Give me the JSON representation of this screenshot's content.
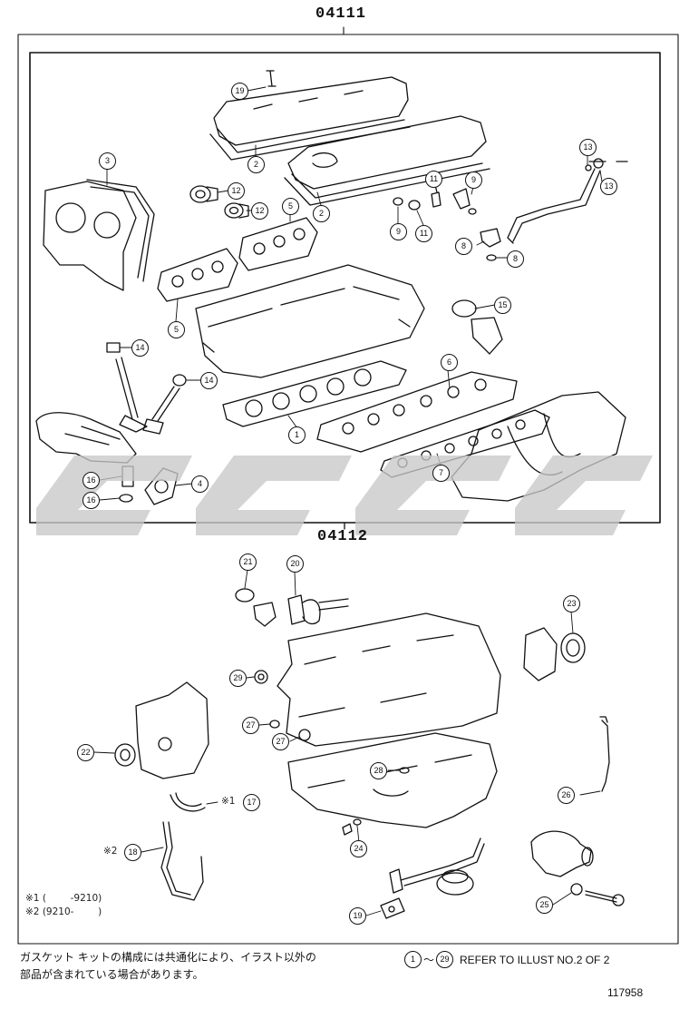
{
  "groups": {
    "upper": "04111",
    "lower": "04112"
  },
  "callouts_upper": [
    {
      "id": "c19",
      "n": "19"
    },
    {
      "id": "c2a",
      "n": "2"
    },
    {
      "id": "c2b",
      "n": "2"
    },
    {
      "id": "c3",
      "n": "3"
    },
    {
      "id": "c12a",
      "n": "12"
    },
    {
      "id": "c12b",
      "n": "12"
    },
    {
      "id": "c5a",
      "n": "5"
    },
    {
      "id": "c5b",
      "n": "5"
    },
    {
      "id": "c9a",
      "n": "9"
    },
    {
      "id": "c9b",
      "n": "9"
    },
    {
      "id": "c11a",
      "n": "11"
    },
    {
      "id": "c11b",
      "n": "11"
    },
    {
      "id": "c13a",
      "n": "13"
    },
    {
      "id": "c13b",
      "n": "13"
    },
    {
      "id": "c8a",
      "n": "8"
    },
    {
      "id": "c8b",
      "n": "8"
    },
    {
      "id": "c15",
      "n": "15"
    },
    {
      "id": "c14a",
      "n": "14"
    },
    {
      "id": "c14b",
      "n": "14"
    },
    {
      "id": "c6",
      "n": "6"
    },
    {
      "id": "c1",
      "n": "1"
    },
    {
      "id": "c16a",
      "n": "16"
    },
    {
      "id": "c16b",
      "n": "16"
    },
    {
      "id": "c4",
      "n": "4"
    },
    {
      "id": "c7",
      "n": "7"
    }
  ],
  "callouts_lower": [
    {
      "id": "c21",
      "n": "21"
    },
    {
      "id": "c20",
      "n": "20"
    },
    {
      "id": "c23",
      "n": "23"
    },
    {
      "id": "c29",
      "n": "29"
    },
    {
      "id": "c27a",
      "n": "27"
    },
    {
      "id": "c27b",
      "n": "27"
    },
    {
      "id": "c22",
      "n": "22"
    },
    {
      "id": "c28",
      "n": "28"
    },
    {
      "id": "c26",
      "n": "26"
    },
    {
      "id": "c17",
      "n": "17"
    },
    {
      "id": "c18",
      "n": "18"
    },
    {
      "id": "c24",
      "n": "24"
    },
    {
      "id": "c19b",
      "n": "19"
    },
    {
      "id": "c25",
      "n": "25"
    }
  ],
  "marks": {
    "m17": "※1",
    "m18": "※2"
  },
  "footnotes": {
    "note1": "※1 (        -9210)",
    "note2": "※2 (9210-        )"
  },
  "japanese_note": {
    "line1": "ガスケット キットの構成には共通化により、イラスト以外の",
    "line2": "部品が含まれている場合があります。"
  },
  "refer": {
    "from": "1",
    "to": "29",
    "sep": "～",
    "text": "REFER TO ILLUST NO.2 OF 2"
  },
  "figure_number": "117958",
  "colors": {
    "line": "#111111",
    "watermark": "#c8c8c8",
    "background": "#ffffff"
  }
}
